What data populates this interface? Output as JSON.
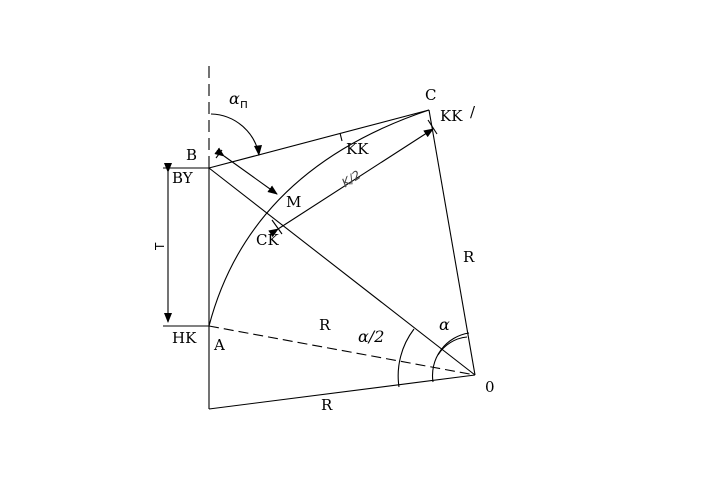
{
  "labels": {
    "alpha_p": "α",
    "alpha_p_sub": "п",
    "B": "B",
    "BY": "BY",
    "T": "T",
    "HK": "HK",
    "A": "A",
    "C": "C",
    "KK_prime": "KK",
    "prime": "/",
    "KK": "KK",
    "K2": "K/2",
    "M": "M",
    "CK": "CK",
    "R_OC": "R",
    "R_OA": "R",
    "R_bottom": "R",
    "alpha_half": "α/2",
    "alpha": "α",
    "O": "0"
  }
}
